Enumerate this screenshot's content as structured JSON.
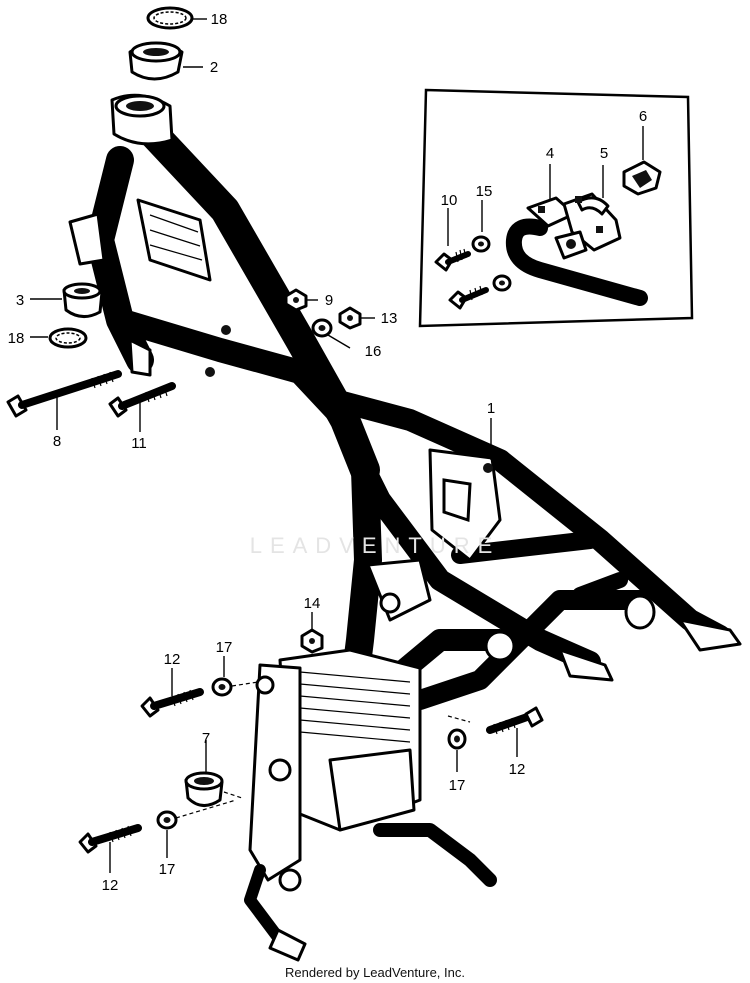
{
  "diagram": {
    "callouts": {
      "c1": "1",
      "c2": "2",
      "c3": "3",
      "c4": "4",
      "c5": "5",
      "c6": "6",
      "c7": "7",
      "c8": "8",
      "c9": "9",
      "c10": "10",
      "c11": "11",
      "c12a": "12",
      "c12b": "12",
      "c12c": "12",
      "c13": "13",
      "c14": "14",
      "c15": "15",
      "c16": "16",
      "c17a": "17",
      "c17b": "17",
      "c17c": "17",
      "c18a": "18",
      "c18b": "18"
    }
  },
  "watermark": "LEADVENTURE",
  "footer": "Rendered by LeadVenture, Inc."
}
